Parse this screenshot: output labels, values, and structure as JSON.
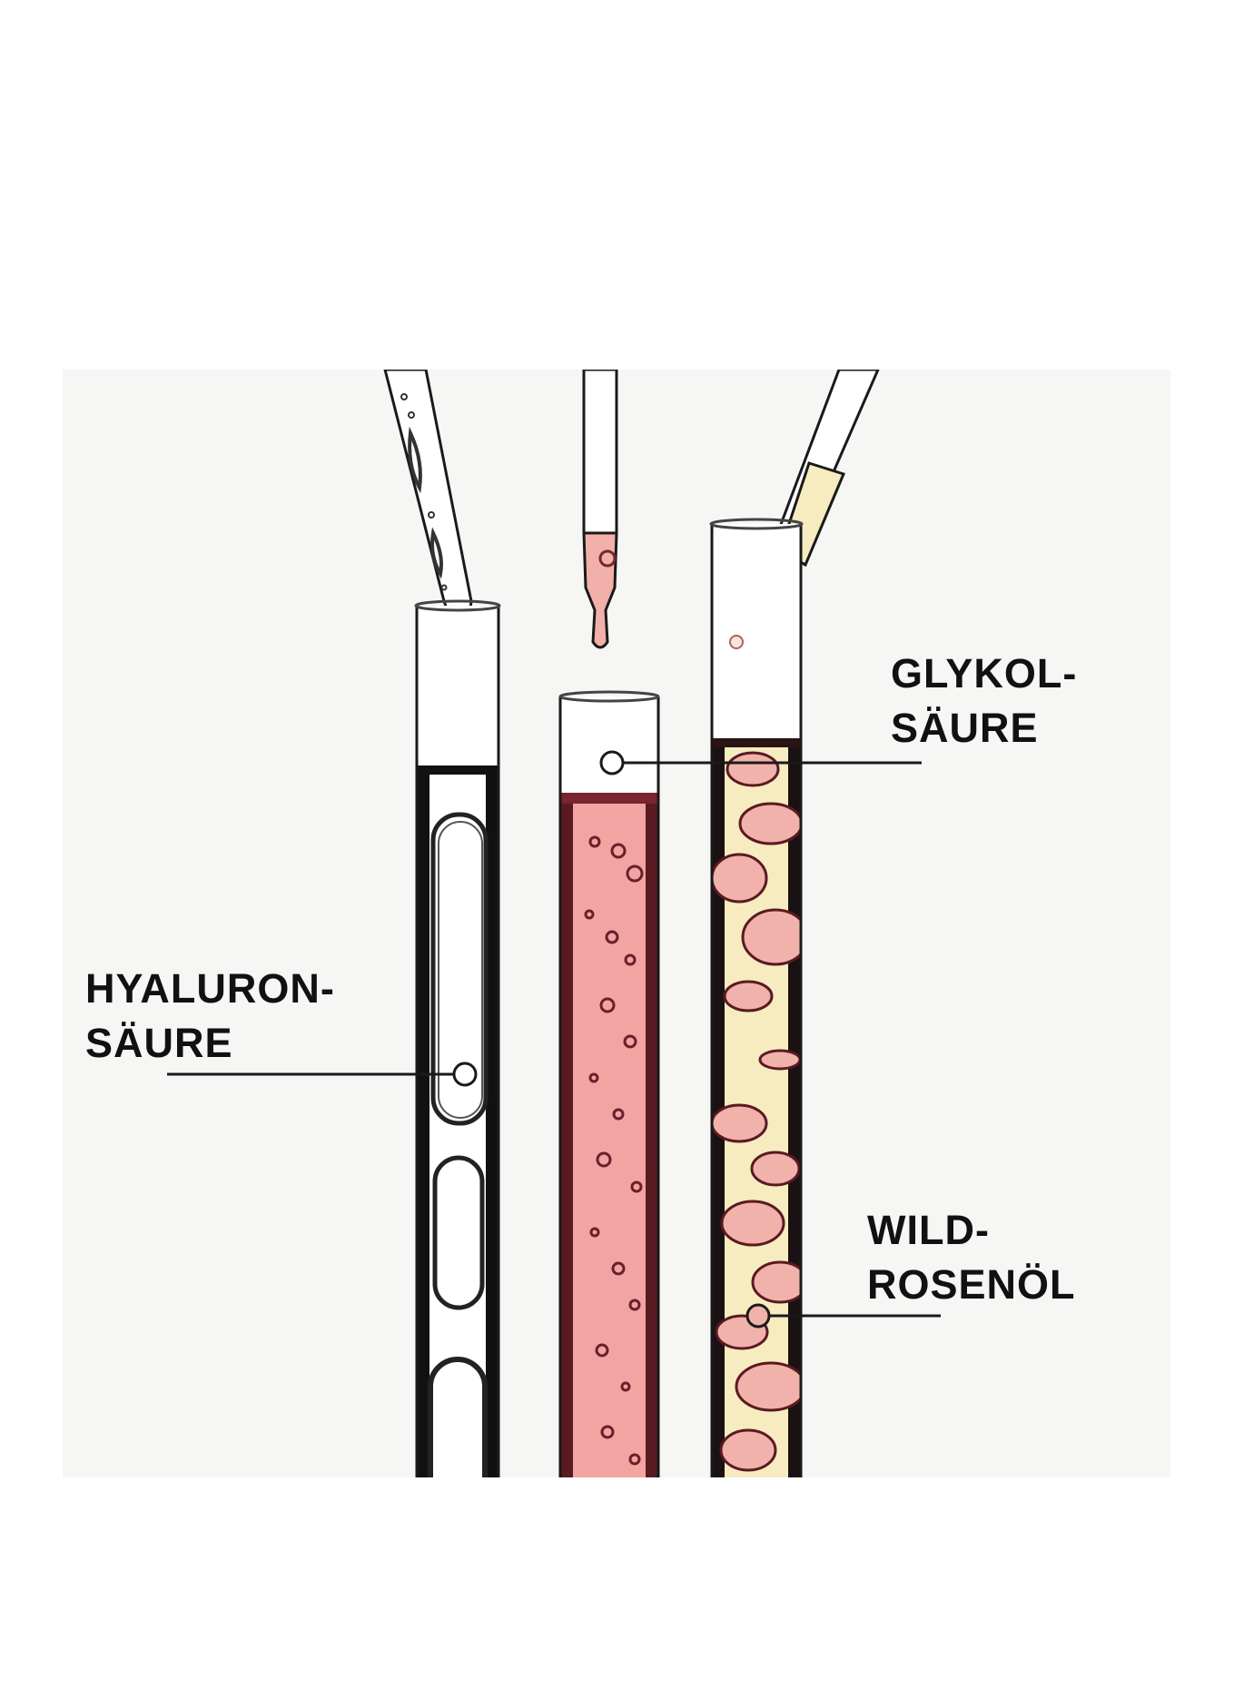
{
  "image": {
    "subject": "three test tubes with droppers showing serum ingredients",
    "background_color": "#f6f6f5",
    "page_color": "#ffffff"
  },
  "labels": {
    "glycolic_acid": {
      "line1": "GLYKOL-",
      "line2": "SÄURE"
    },
    "hyaluronic_acid": {
      "line1": "HYALURON-",
      "line2": "SÄURE"
    },
    "wild_rose_oil": {
      "line1": "WILD-",
      "line2": "ROSENÖL"
    }
  },
  "colors": {
    "glass_outline": "#1a1a1a",
    "pink_liquid": "#f2a4a2",
    "pink_liquid_dark": "#7a2430",
    "oil_yellow": "#f7ecc0",
    "oil_droplet": "#f0b2aa",
    "label_text": "#111111"
  }
}
